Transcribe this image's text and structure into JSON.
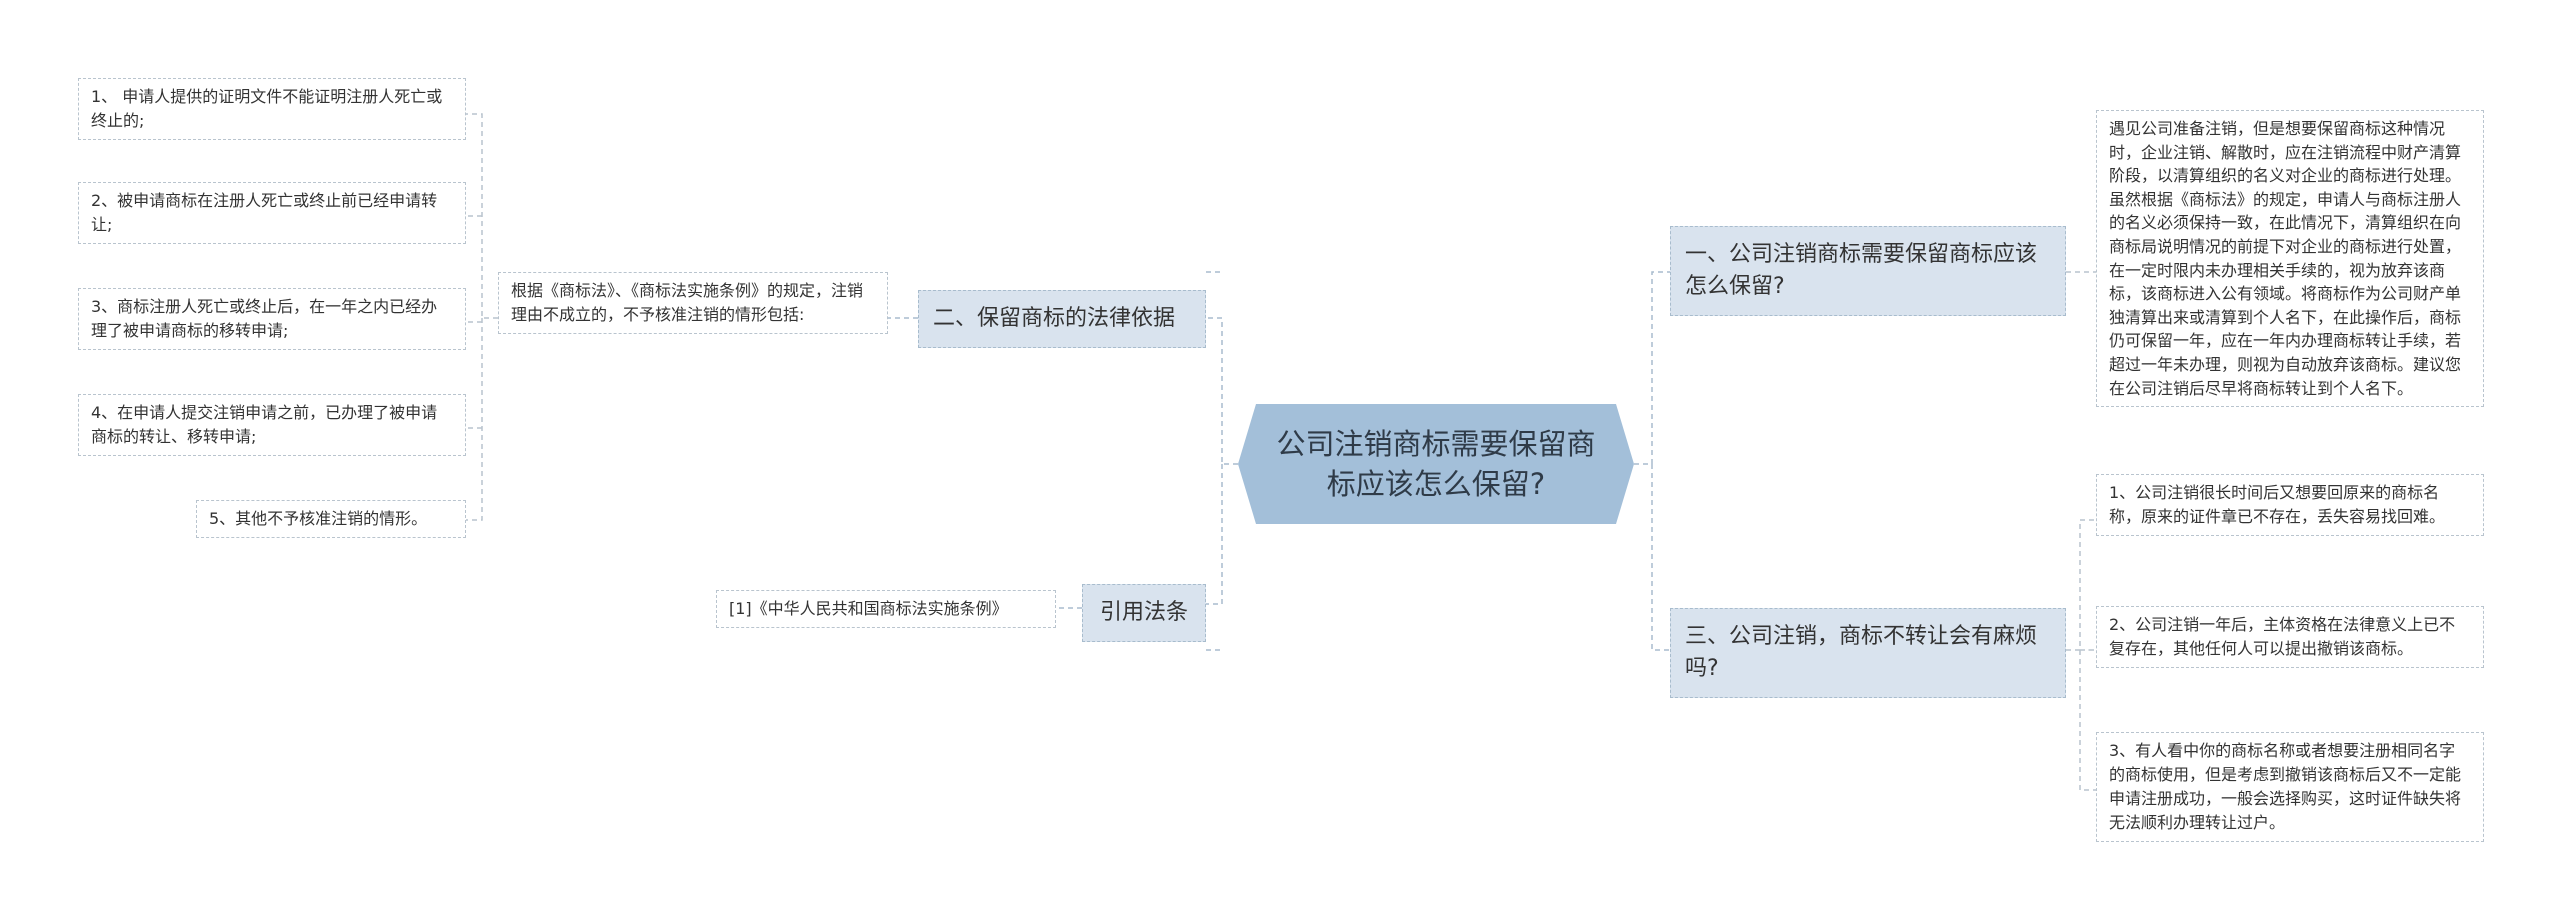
{
  "root": {
    "title": "公司注销商标需要保留商标应该怎么保留?"
  },
  "branches": {
    "q1": {
      "label": "一、公司注销商标需要保留商标应该怎么保留?",
      "detail": "遇见公司准备注销，但是想要保留商标这种情况时，企业注销、解散时，应在注销流程中财产清算阶段，以清算组织的名义对企业的商标进行处理。虽然根据《商标法》的规定，申请人与商标注册人的名义必须保持一致，在此情况下，清算组织在向商标局说明情况的前提下对企业的商标进行处置，在一定时限内未办理相关手续的，视为放弃该商标，该商标进入公有领域。将商标作为公司财产单独清算出来或清算到个人名下，在此操作后，商标仍可保留一年，应在一年内办理商标转让手续，若超过一年未办理，则视为自动放弃该商标。建议您在公司注销后尽早将商标转让到个人名下。"
    },
    "q2": {
      "label": "二、保留商标的法律依据",
      "intro": "根据《商标法》、《商标法实施条例》的规定，注销理由不成立的，不予核准注销的情形包括:",
      "items": [
        "1、 申请人提供的证明文件不能证明注册人死亡或终止的;",
        "2、被申请商标在注册人死亡或终止前已经申请转让;",
        "3、商标注册人死亡或终止后，在一年之内已经办理了被申请商标的移转申请;",
        "4、在申请人提交注销申请之前，已办理了被申请商标的转让、移转申请;",
        "5、其他不予核准注销的情形。"
      ]
    },
    "q3": {
      "label": "三、公司注销，商标不转让会有麻烦吗?",
      "items": [
        "1、公司注销很长时间后又想要回原来的商标名称，原来的证件章已不存在，丢失容易找回难。",
        "2、公司注销一年后，主体资格在法律意义上已不复存在，其他任何人可以提出撤销该商标。",
        "3、有人看中你的商标名称或者想要注册相同名字的商标使用，但是考虑到撤销该商标后又不一定能申请注册成功，一般会选择购买，这时证件缺失将无法顺利办理转让过户。"
      ]
    },
    "ref": {
      "label": "引用法条",
      "items": [
        "[1]《中华人民共和国商标法实施条例》"
      ]
    }
  },
  "colors": {
    "root_fill": "#a3bfd9",
    "branch_fill": "#d9e3ee",
    "line": "#a8bccd"
  }
}
